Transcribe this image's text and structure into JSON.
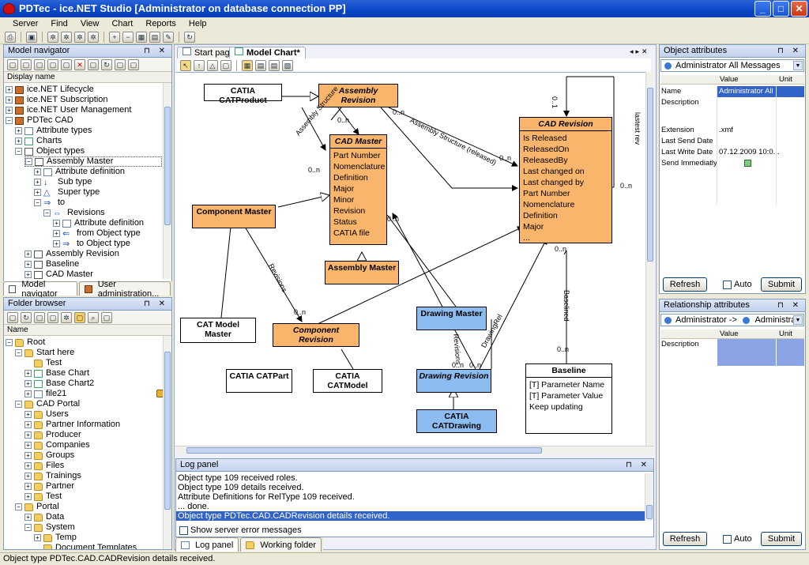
{
  "window": {
    "title": "PDTec - ice.NET Studio [Administrator on database connection PP]"
  },
  "menu": [
    "Server",
    "Find",
    "View",
    "Chart",
    "Reports",
    "Help"
  ],
  "model_navigator": {
    "title": "Model navigator",
    "column": "Display name",
    "items": [
      "ice.NET Lifecycle",
      "ice.NET Subscription",
      "ice.NET User Management",
      "PDTec CAD",
      "Attribute types",
      "Charts",
      "Object types",
      "Assembly Master",
      "Attribute definition",
      "Sub type",
      "Super type",
      "to",
      "Revisions",
      "Attribute definition",
      "from Object type",
      "to Object type",
      "Assembly Revision",
      "Baseline",
      "CAD Master"
    ],
    "tabs": [
      "Model navigator",
      "User administration..."
    ]
  },
  "folder_browser": {
    "title": "Folder browser",
    "column": "Name",
    "items": [
      "Root",
      "Start here",
      "Test",
      "Base Chart",
      "Base Chart2",
      "file21",
      "CAD Portal",
      "Users",
      "Partner Information",
      "Producer",
      "Companies",
      "Groups",
      "Files",
      "Trainings",
      "Partner",
      "Test",
      "Portal",
      "Data",
      "System",
      "Temp",
      "Document Templates"
    ]
  },
  "document_tabs": [
    "Start page",
    "Model Chart*"
  ],
  "diagram": {
    "nodes": {
      "catia_product": "CATIA CATProduct",
      "assembly_revision": "Assembly Revision",
      "cad_master": "CAD Master",
      "cad_master_attrs": [
        "Part Number",
        "Nomenclature",
        "Definition",
        "Major",
        "Minor",
        "Revision",
        "Status",
        "CATIA  file"
      ],
      "cad_revision": "CAD Revision",
      "cad_revision_attrs": [
        "Is Released",
        "ReleasedOn",
        "ReleasedBy",
        "Last changed on",
        "Last changed by",
        "Part Number",
        "Nomenclature",
        "Definition",
        "Major",
        "..."
      ],
      "component_master": "Component Master",
      "assembly_master": "Assembly Master",
      "cat_model_master": "CAT Model Master",
      "component_revision": "Component Revision",
      "drawing_master": "Drawing Master",
      "catia_catpart": "CATIA CATPart",
      "catia_catmodel": "CATIA CATModel",
      "drawing_revision": "Drawing Revision",
      "catia_catdrawing": "CATIA CATDrawing",
      "baseline": "Baseline",
      "baseline_attrs": [
        "[T] Parameter Name",
        "[T] Parameter Value",
        "Keep updating"
      ]
    },
    "labels": {
      "assembly_structure": "Assembly Structure",
      "assembly_structure_released": "Assembly Structure (released)",
      "revisions1": "Revisions",
      "revisions2": "Revisions",
      "drawing_rel": "DrawingRel",
      "baselined": "Baselined",
      "lastest_rev": "lastest rev",
      "m1": "0..n",
      "m2": "0..n",
      "m3": "0..n",
      "m4": "0..n",
      "m5": "0..n",
      "m6": "0..n",
      "m7": "0..n",
      "m8": "0..n",
      "m9": "0..n",
      "m10": "0..1",
      "m11": "0..n",
      "m12": "0..n"
    }
  },
  "log_panel": {
    "title": "Log panel",
    "lines": [
      "Object type 109 received roles.",
      "Object type 109 details received.",
      "Attribute Definitions for RelType 109 received.",
      "... done.",
      "Object type PDTec.CAD.CADRevision details received."
    ],
    "checkbox": "Show server error messages",
    "tabs": [
      "Log panel",
      "Working folder"
    ]
  },
  "object_attributes": {
    "title": "Object attributes",
    "selector": "Administrator All Messages",
    "columns": [
      "Value",
      "Unit"
    ],
    "rows": [
      {
        "name": "Name",
        "value": "Administrator All ..."
      },
      {
        "name": "Description",
        "value": ""
      },
      {
        "name": "Extension",
        "value": ".xmf"
      },
      {
        "name": "Last Send Date",
        "value": ""
      },
      {
        "name": "Last Write Date",
        "value": "07.12.2009 10:0..."
      },
      {
        "name": "Send Immediatly",
        "value": ""
      }
    ],
    "refresh": "Refresh",
    "auto": "Auto",
    "submit": "Submit"
  },
  "relationship_attributes": {
    "title": "Relationship attributes",
    "selector_a": "Administrator ->",
    "selector_b": "Administrator .",
    "columns": [
      "Value",
      "Unit"
    ],
    "rows": [
      {
        "name": "Description",
        "value": ""
      }
    ],
    "refresh": "Refresh",
    "auto": "Auto",
    "submit": "Submit"
  },
  "status_bar": "Object type PDTec.CAD.CADRevision details received."
}
